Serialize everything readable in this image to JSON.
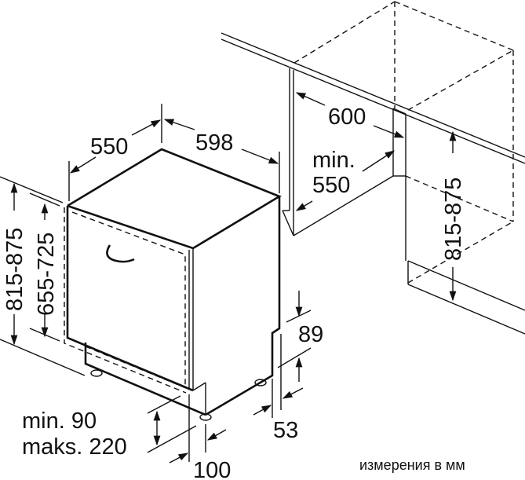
{
  "diagram": {
    "type": "dishwasher-installation-dimensions",
    "units_note": "измерения в мм",
    "appliance": {
      "depth": "550",
      "width": "598",
      "height_total": "815-875",
      "height_door": "655-725",
      "plinth": "min. 90\nmaks. 220",
      "plinth_line1": "min. 90",
      "plinth_line2": "maks. 220",
      "plinth_offset": "100",
      "rear_toe_height": "89",
      "rear_foot_offset": "53"
    },
    "niche": {
      "width": "600",
      "depth_line1": "min.",
      "depth_line2": "550",
      "height": "815-875"
    }
  }
}
